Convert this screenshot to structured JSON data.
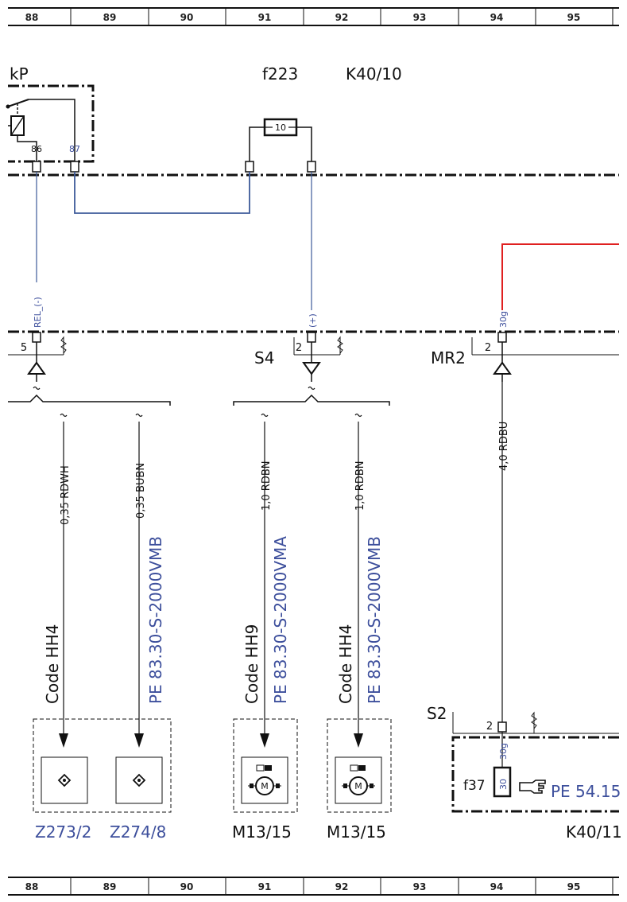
{
  "grid_columns": [
    "88",
    "89",
    "90",
    "91",
    "92",
    "93",
    "94",
    "95"
  ],
  "components": {
    "kp": "kP",
    "fuse_label": "f223",
    "fuse_value": "10",
    "relay_module": "K40/10",
    "pin_86": "86",
    "pin_87": "87",
    "connector_s4": "S4",
    "connector_mr2": "MR2",
    "connector_s2": "S2",
    "fuse_f37": "f37",
    "f37_value": "30",
    "module_k40_11": "K40/11"
  },
  "pins": {
    "rel_pin": "5",
    "s4_pin": "2",
    "mr2_pin": "2",
    "s2_pin": "2"
  },
  "signals": {
    "rel": "REL_(-)",
    "plus": "(+)",
    "s30g_top": "30g",
    "s30g_bottom": "30g"
  },
  "wires": {
    "w1": "0,35 RDWH",
    "w2": "0,35 BUBN",
    "w3": "1,0 RDBN",
    "w4": "1,0 RDBN",
    "w5": "4,0 RDBU"
  },
  "codes": {
    "c1": "Code HH4",
    "c2": "PE 83.30-S-2000VMB",
    "c3": "Code HH9",
    "c4": "PE 83.30-S-2000VMA",
    "c5": "Code HH4",
    "c6": "PE 83.30-S-2000VMB"
  },
  "devices": {
    "z273": "Z273/2",
    "z274": "Z274/8",
    "m13a": "M13/15",
    "m13b": "M13/15"
  },
  "reference": {
    "pe54": "PE 54.15"
  },
  "colors": {
    "wire_blue": "#3d5a99",
    "wire_red": "#e02020",
    "link_blue": "#3d4f9c"
  }
}
